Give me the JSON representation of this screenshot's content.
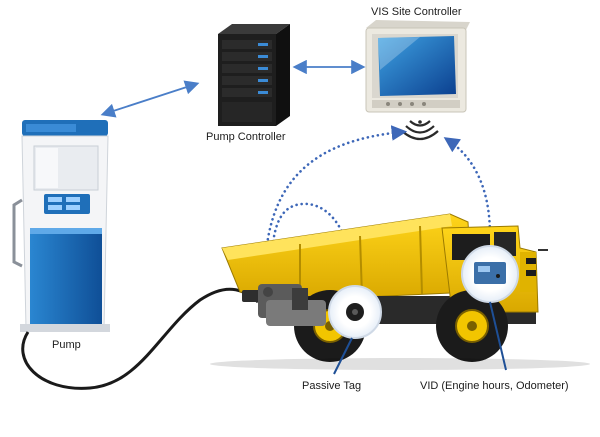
{
  "labels": {
    "site_controller": "VIS Site Controller",
    "pump_controller": "Pump Controller",
    "pump": "Pump",
    "passive_tag": "Passive Tag",
    "vid": "VID (Engine hours, Odometer)"
  },
  "colors": {
    "link_arrow": "#4a7ec8",
    "wireless_path": "#3d67b8",
    "truck_body": "#f2c500",
    "pump_panel": "#1f6fb9",
    "server_dark": "#1e1e1e",
    "server_led": "#3b8bd6",
    "controller_screen": "#1f74bc",
    "hose": "#1a1a1a"
  },
  "icons": {
    "site_controller": "controller-box-icon",
    "pump_controller": "server-tower-icon",
    "pump": "fuel-pump-icon",
    "truck": "haul-truck-icon",
    "wireless": "wireless-signal-icon",
    "passive_tag": "rfid-tag-icon",
    "vid": "vehicle-id-device-icon"
  }
}
